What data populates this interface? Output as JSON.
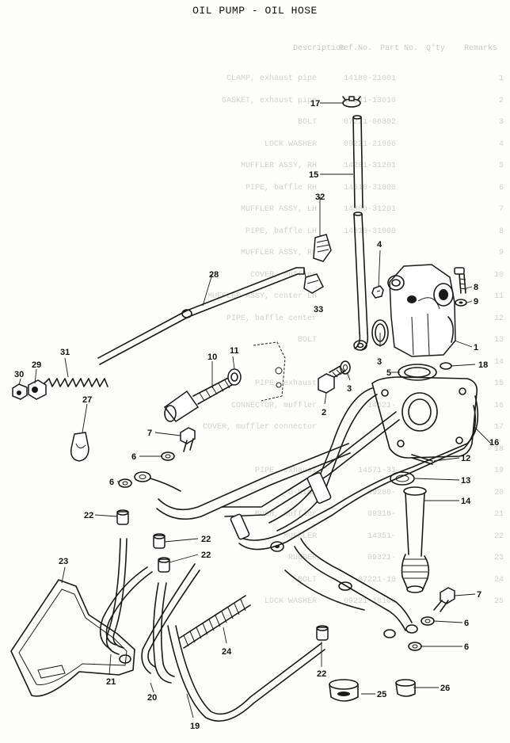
{
  "title": "OIL PUMP - OIL HOSE",
  "bleed_header": [
    "Ref.No.",
    "Part No.",
    "Description",
    "Q'ty",
    "Remarks"
  ],
  "bleed_rows": [
    {
      "num": "1",
      "part": "14180-21001",
      "desc": "CLAMP, exhaust pipe"
    },
    {
      "num": "2",
      "part": "14181-13010",
      "desc": "GASKET, exhaust pipe"
    },
    {
      "num": "3",
      "part": "07221-06302",
      "desc": "BOLT"
    },
    {
      "num": "4",
      "part": "09221-21066",
      "desc": "LOCK WASHER"
    },
    {
      "num": "5",
      "part": "14201-31201",
      "desc": "MUFFLER ASSY, RH"
    },
    {
      "num": "6",
      "part": "14510-31000",
      "desc": "PIPE, baffle RH"
    },
    {
      "num": "7",
      "part": "14300-31201",
      "desc": "MUFFLER ASSY, LH"
    },
    {
      "num": "8",
      "part": "14510-31000",
      "desc": "PIPE, baffle LH"
    },
    {
      "num": "9",
      "part": "",
      "desc": "MUFFLER ASSY, RH"
    },
    {
      "num": "10",
      "part": "",
      "desc": "COVER, muffler"
    },
    {
      "num": "11",
      "part": "",
      "desc": "MUFFLER ASSY, center LH"
    },
    {
      "num": "12",
      "part": "",
      "desc": "PIPE, baffle center"
    },
    {
      "num": "13",
      "part": "",
      "desc": "BOLT"
    },
    {
      "num": "14",
      "part": "",
      "desc": ""
    },
    {
      "num": "15",
      "part": "",
      "desc": "PIPE, exhaust"
    },
    {
      "num": "16",
      "part": "14521-",
      "desc": "CONNECTOR, muffler"
    },
    {
      "num": "17",
      "part": "",
      "desc": "COVER, muffler connector"
    },
    {
      "num": "18",
      "part": "",
      "desc": ""
    },
    {
      "num": "19",
      "part": "14571-31",
      "desc": "PIPE, exhaust"
    },
    {
      "num": "20",
      "part": "09280-",
      "desc": "O-RING"
    },
    {
      "num": "21",
      "part": "09318-",
      "desc": "BUSH, muffler"
    },
    {
      "num": "22",
      "part": "14351-",
      "desc": "MUFFLER"
    },
    {
      "num": "23",
      "part": "09321-",
      "desc": "RUBBER"
    },
    {
      "num": "24",
      "part": "07221-10",
      "desc": "BOLT"
    },
    {
      "num": "25",
      "part": "09221-10108",
      "desc": "LOCK WASHER"
    }
  ],
  "callouts": [
    "1",
    "2",
    "3",
    "3",
    "4",
    "5",
    "6",
    "6",
    "6",
    "6",
    "7",
    "7",
    "8",
    "9",
    "10",
    "11",
    "12",
    "13",
    "14",
    "15",
    "16",
    "17",
    "18",
    "19",
    "20",
    "21",
    "22",
    "22",
    "22",
    "22",
    "23",
    "24",
    "25",
    "26",
    "27",
    "28",
    "29",
    "30",
    "31",
    "32",
    "33"
  ]
}
